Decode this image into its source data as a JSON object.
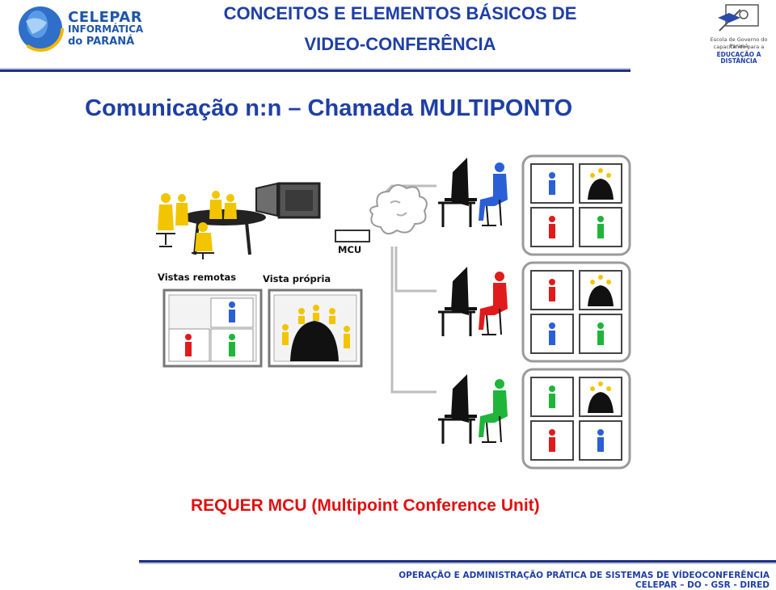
{
  "header": {
    "logo_left": {
      "line1": "CELEPAR",
      "line2": "INFORMÁTICA",
      "line3": "do PARANÁ"
    },
    "title_line1": "CONCEITOS E ELEMENTOS BÁSICOS DE",
    "title_line2": "VIDEO-CONFERÊNCIA",
    "logo_right": {
      "line1": "Escola de Governo do Paraná",
      "line2": "capacitando para a",
      "line3": "EDUCAÇÃO A DISTÂNCIA"
    }
  },
  "slide": {
    "subtitle": "Comunicação n:n – Chamada MULTIPONTO",
    "diagram": {
      "mcu_label": "MCU",
      "remote_views_label": "Vistas remotas",
      "own_view_label": "Vista própria"
    },
    "requirement": "REQUER MCU (Multipoint Conference Unit)"
  },
  "footer": {
    "line1": "OPERAÇÃO E ADMINISTRAÇÃO PRÁTICA DE SISTEMAS DE VÍDEOCONFERÊNCIA",
    "line2": "CELEPAR – DO -  GSR - DIRED"
  },
  "colors": {
    "title_blue": "#1f3fa6",
    "requirement_red": "#e01010",
    "person_yellow": "#f2c500",
    "person_blue": "#2a5fd6",
    "person_red": "#e01b1b",
    "person_green": "#1fb53a"
  }
}
